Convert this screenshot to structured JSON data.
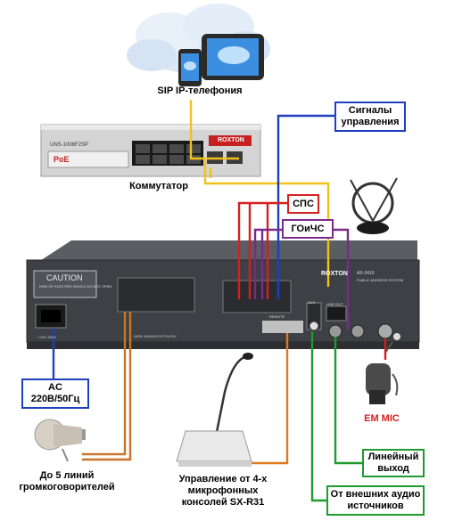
{
  "labels": {
    "sip": "SIP IP-телефония",
    "switch": "Коммутатор",
    "ac_line1": "AC",
    "ac_line2": "220В/50Гц",
    "speakers_line1": "До 5 линий",
    "speakers_line2": "громкоговорителей",
    "consoles_line1": "Управление от 4-х",
    "consoles_line2": "микрофонных",
    "consoles_line3": "консолей SX-R31",
    "em_mic": "EM MIC"
  },
  "boxes": {
    "control_line1": "Сигналы",
    "control_line2": "управления",
    "sps": "СПС",
    "goichs": "ГОиЧС",
    "line_out_line1": "Линейный",
    "line_out_line2": "выход",
    "ext_line1": "От внешних аудио",
    "ext_line2": "источников"
  },
  "device_text": {
    "switch_model": "UNS-1008F2SP",
    "switch_poe": "PoE",
    "switch_brand": "ROXTON",
    "amp_caution": "CAUTION",
    "amp_caution_sub": "RISK OF ELECTRIC SHOCK DO NOT OPEN",
    "amp_brand": "ROXTON",
    "amp_model": "AX-2410",
    "amp_sub": "PUBLIC ADDRESS SYSTEM",
    "amp_web": "WEB: WWW.ROXTON.RU",
    "amp_remote": "REMOTE",
    "amp_voltage": "~ 220V 50Hz",
    "amp_aux": "AUX",
    "amp_line_out": "LINE OUT"
  },
  "colors": {
    "control": "#1f3fbf",
    "sps": "#d62020",
    "goichs": "#7a2a8a",
    "sip": "#f2c21b",
    "line_out": "#1e9a2e",
    "external": "#1e9a2e",
    "ac": "#1f3fbf",
    "speakers": "#c8752b",
    "consoles": "#e07a1e",
    "em_mic": "#d62020"
  }
}
